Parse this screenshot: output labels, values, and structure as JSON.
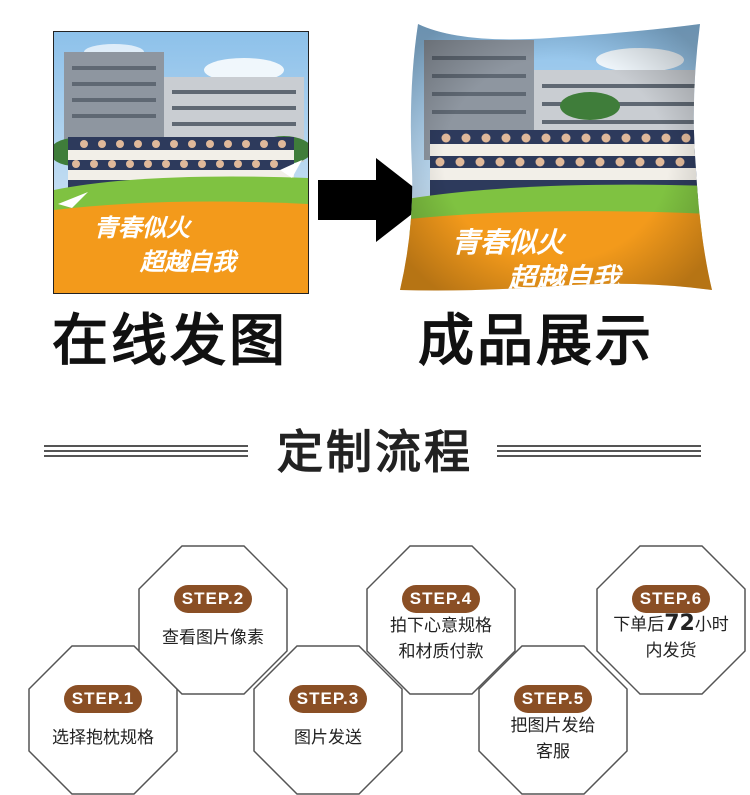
{
  "left_panel": {
    "slogan_line1": "青春似火",
    "slogan_line2": "超越自我",
    "caption": "在线发图"
  },
  "right_panel": {
    "slogan_line1": "青春似火",
    "slogan_line2": "超越自我",
    "caption": "成品展示"
  },
  "process": {
    "title": "定制流程",
    "steps": [
      {
        "badge": "STEP.1",
        "line1": "选择抱枕规格",
        "line2": ""
      },
      {
        "badge": "STEP.2",
        "line1": "查看图片像素",
        "line2": ""
      },
      {
        "badge": "STEP.3",
        "line1": "图片发送",
        "line2": ""
      },
      {
        "badge": "STEP.4",
        "line1": "拍下心意规格",
        "line2": "和材质付款"
      },
      {
        "badge": "STEP.5",
        "line1": "把图片发给",
        "line2": "客服"
      },
      {
        "badge": "STEP.6",
        "line1_pre": "下单后",
        "line1_num": "72",
        "line1_post": "小时",
        "line2": "内发货"
      }
    ]
  },
  "colors": {
    "badge": "#8a4f25",
    "orange": "#f39a1b",
    "green": "#7fc241",
    "sky": "#a9d1ef"
  }
}
